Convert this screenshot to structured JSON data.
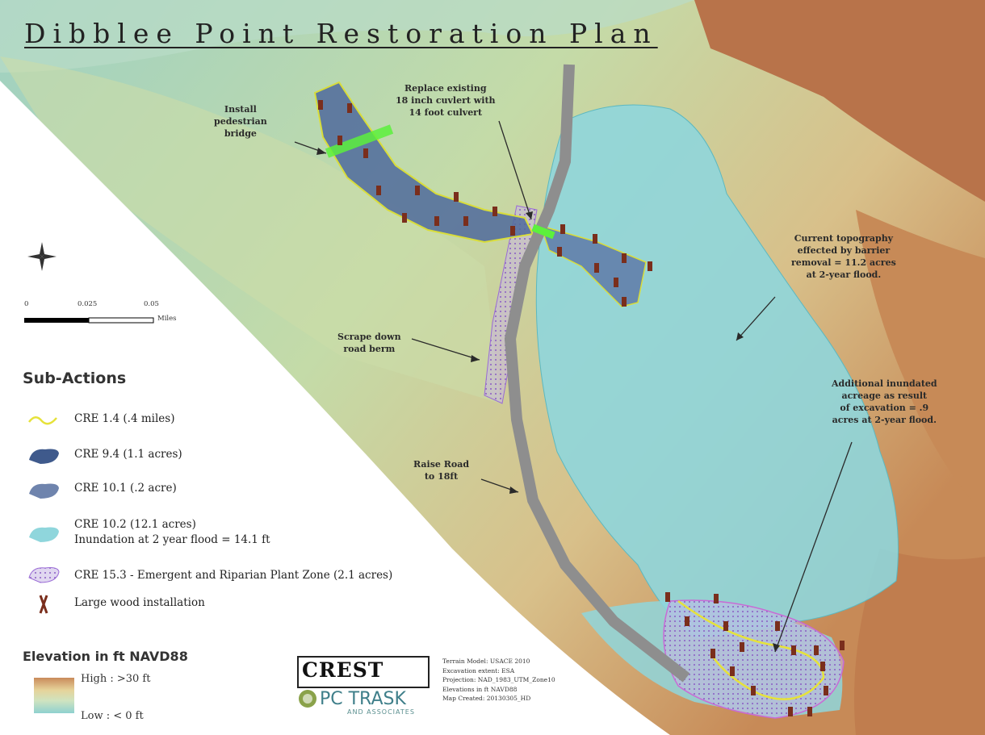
{
  "title": "Dibblee Point Restoration Plan",
  "annotations": {
    "bridge": "Install\npedestrian\nbridge",
    "culvert": "Replace existing\n18 inch cuvlert with\n14 foot culvert",
    "topography": "Current topography\neffected by barrier\nremoval = 11.2 acres\nat 2-year flood.",
    "berm": "Scrape down\nroad berm",
    "additional": "Additional inundated\nacreage as result\nof excavation = .9\nacres at 2-year flood.",
    "road": "Raise Road\nto 18ft"
  },
  "scale_bar": {
    "labels": [
      "0",
      "0.025",
      "0.05"
    ],
    "unit": "Miles"
  },
  "legend": {
    "title": "Sub-Actions",
    "items": [
      {
        "label": "CRE 1.4 (.4 miles)",
        "symbol": "yellow-line-icon"
      },
      {
        "label": "CRE 9.4 (1.1 acres)",
        "symbol": "dark-blue-polygon-icon"
      },
      {
        "label": "CRE 10.1 (.2 acre)",
        "symbol": "slate-blue-polygon-icon"
      },
      {
        "label": "CRE 10.2 (12.1 acres)\nInundation at 2 year flood = 14.1 ft",
        "symbol": "light-blue-polygon-icon"
      },
      {
        "label": "CRE 15.3 - Emergent and Riparian Plant Zone (2.1 acres)",
        "symbol": "purple-stipple-icon"
      },
      {
        "label": "Large wood installation",
        "symbol": "large-wood-icon"
      }
    ]
  },
  "elevation": {
    "title": "Elevation in ft NAVD88",
    "high": "High : >30 ft",
    "low": "Low : < 0 ft"
  },
  "logos": {
    "crest": "CREST",
    "pc_trask": "PC TRASK",
    "pc_sub": "AND ASSOCIATES"
  },
  "metadata_lines": [
    "Terrain Model: USACE 2010",
    "Excavation extent: ESA",
    "Projection: NAD_1983_UTM_Zone10",
    "Elevations in ft NAVD88",
    "Map Created: 20130305_HD"
  ],
  "colors": {
    "water": "#8fd6dc",
    "channel": "#4f6a9c",
    "highland": "#c98f5a",
    "lowland": "#a7d3c4",
    "road": "#8e8e8e",
    "bridge": "#5cf03c"
  }
}
